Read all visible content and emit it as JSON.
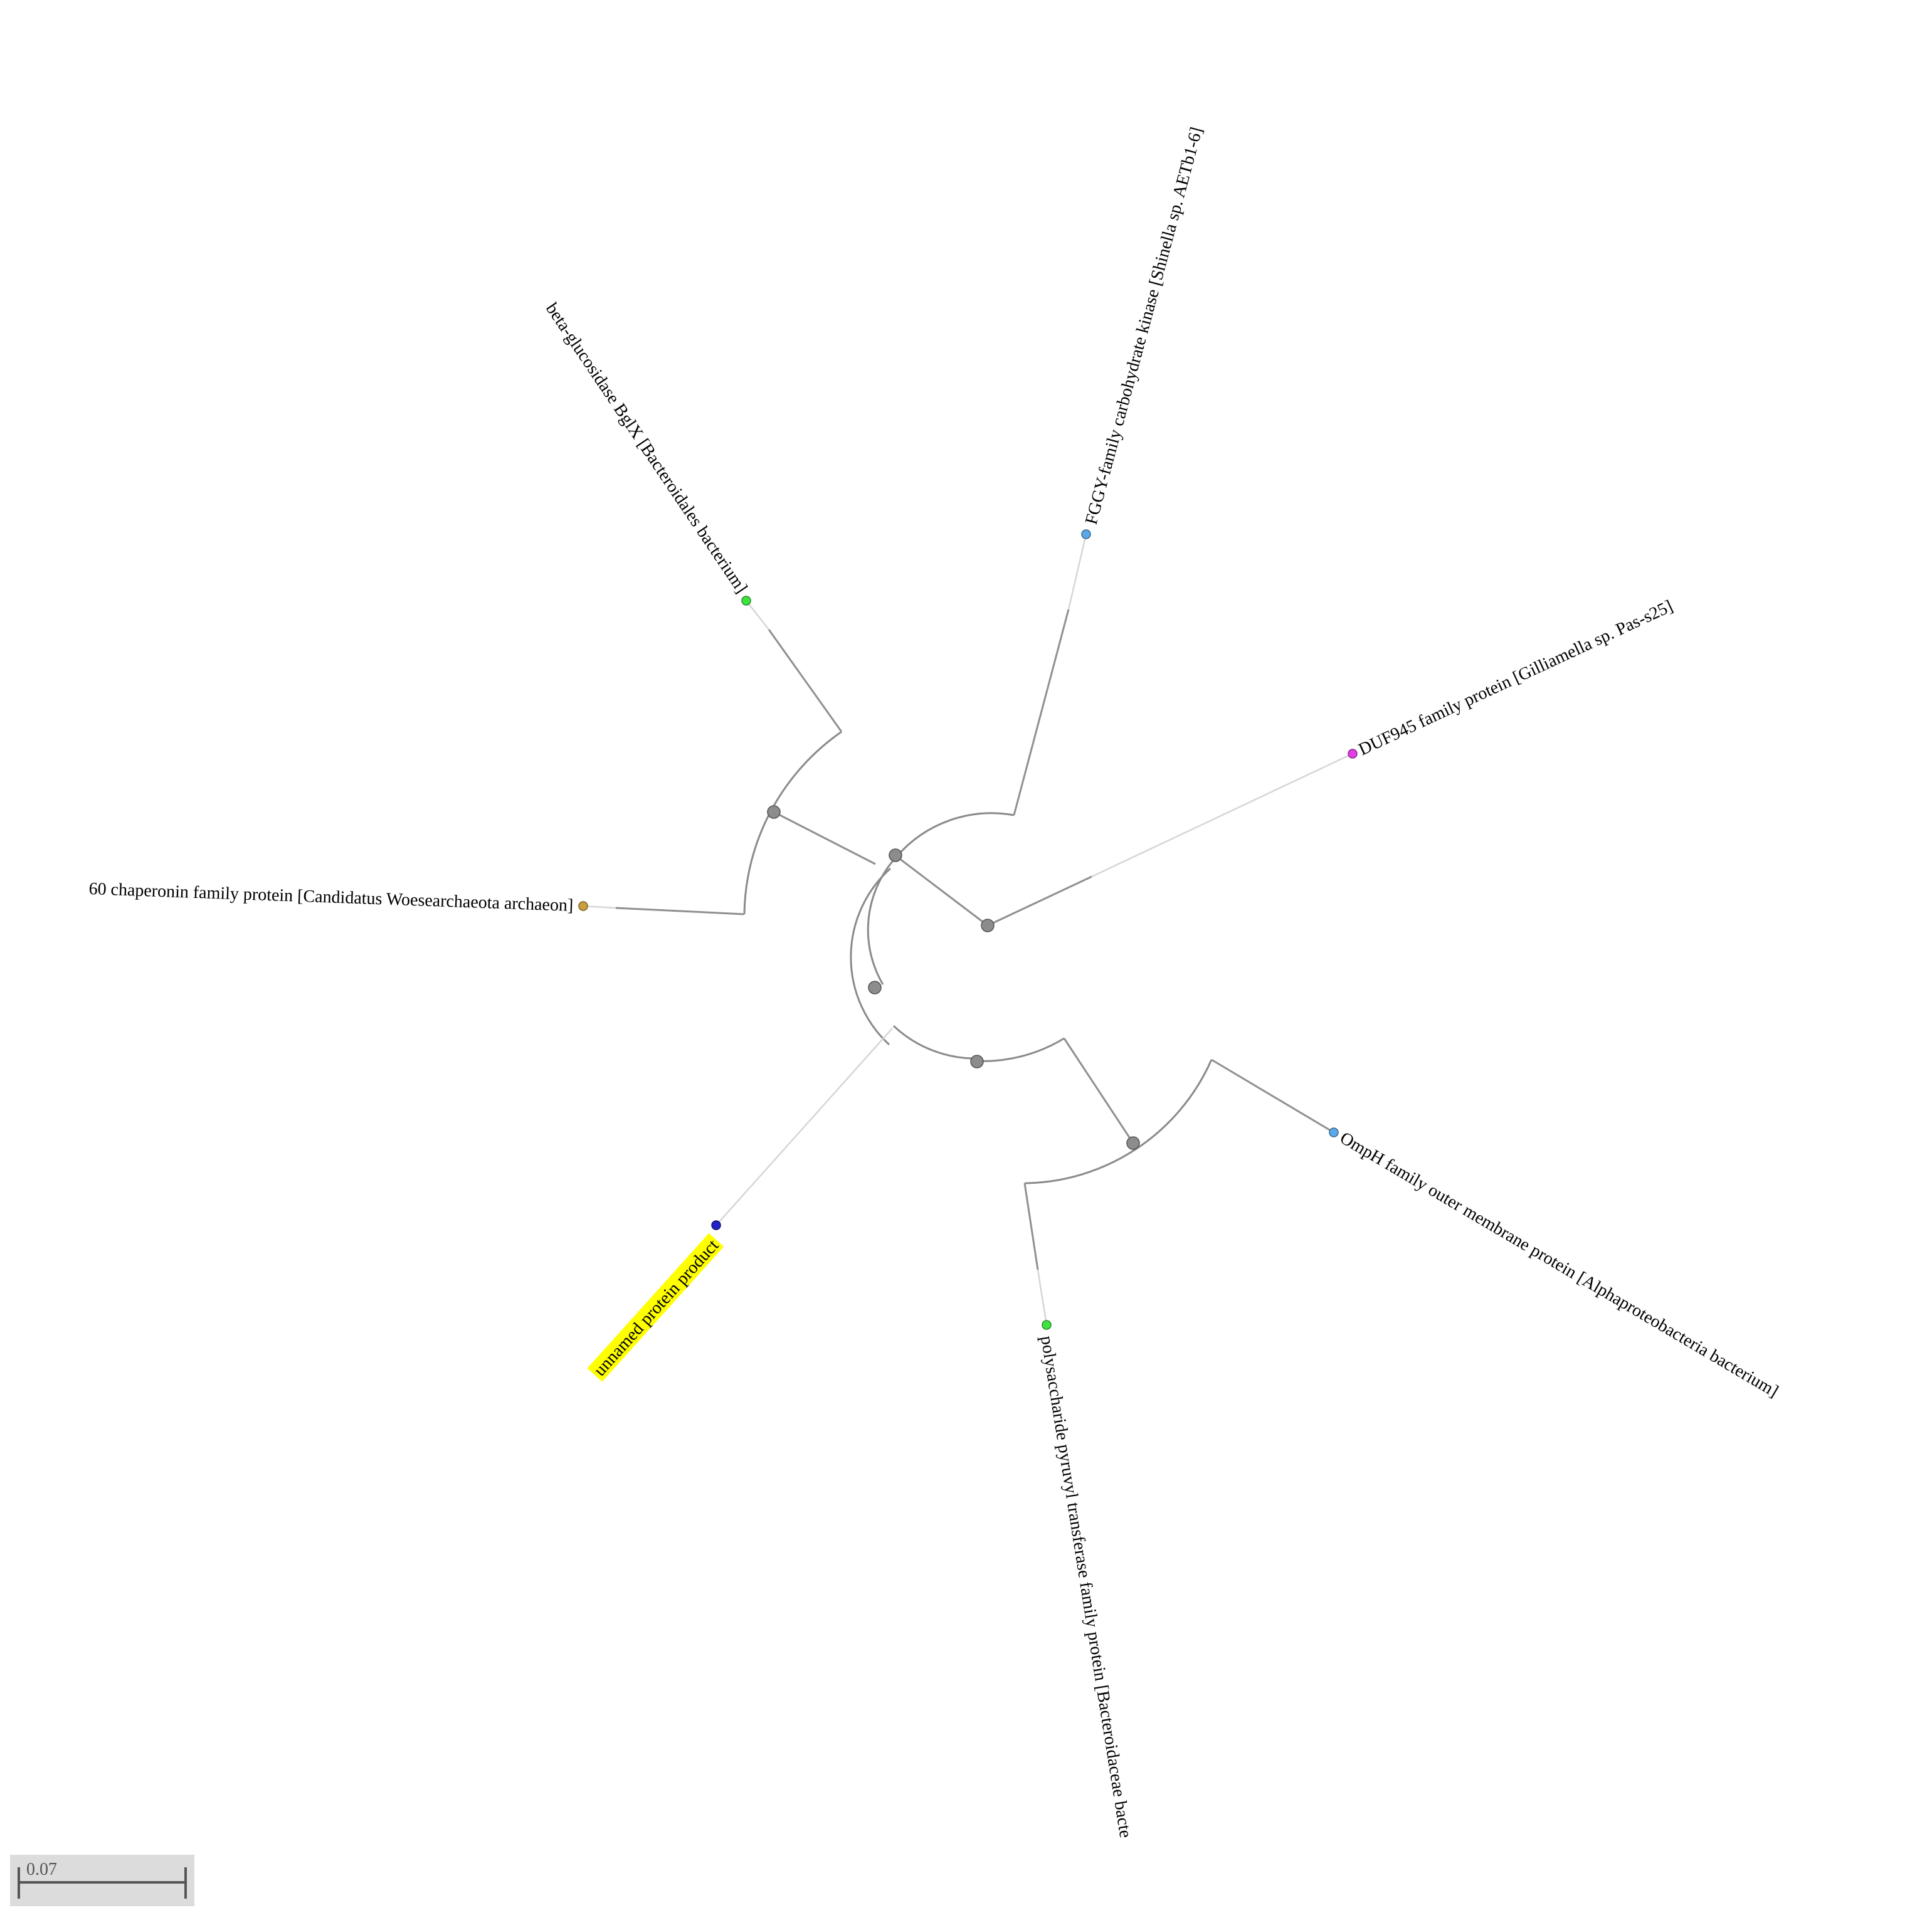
{
  "tree": {
    "leaves": [
      {
        "id": "fggy",
        "label": "FGGY-family carbohydrate kinase [Shinella sp. AETb1-6]",
        "color": "#5aa9e6",
        "highlight": false
      },
      {
        "id": "duf945",
        "label": "DUF945 family protein [Gilliamella sp. Pas-s25]",
        "color": "#e23ee3",
        "highlight": false
      },
      {
        "id": "omph",
        "label": "OmpH family outer membrane protein [Alphaproteobacteria bacterium]",
        "color": "#5aa9e6",
        "highlight": false
      },
      {
        "id": "polysac",
        "label": "polysaccharide pyruvyl transferase family protein [Bacteroidaceae bacte",
        "color": "#3ee33e",
        "highlight": false
      },
      {
        "id": "unnamed",
        "label": "unnamed protein product",
        "color": "#2222cc",
        "highlight": true,
        "highlight_color": "#ffff00"
      },
      {
        "id": "chaperonin",
        "label": "60 chaperonin family protein [Candidatus Woesearchaeota archaeon]",
        "color": "#c8a040",
        "highlight": false
      },
      {
        "id": "bglx",
        "label": "beta-glucosidase BglX [Bacteroidales bacterium]",
        "color": "#3ee33e",
        "highlight": false
      }
    ],
    "internal_node_color": "#8c8c8c"
  },
  "scale_bar": {
    "label": "0.07"
  }
}
